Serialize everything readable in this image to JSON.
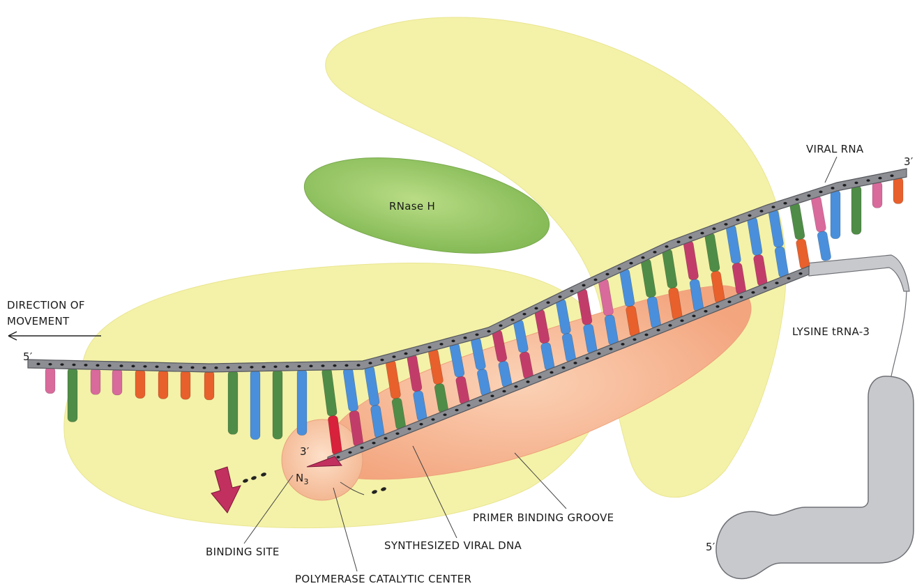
{
  "labels": {
    "viral_rna": "VIRAL RNA",
    "rnase_h": "RNase H",
    "direction_line1": "DIRECTION OF",
    "direction_line2": "MOVEMENT",
    "five_prime_rna": "5′",
    "three_prime_rna": "3′",
    "three_prime_dna": "3′",
    "n3": "N",
    "n3_sub": "3",
    "lysine_trna": "LYSINE tRNA-3",
    "five_prime_trna": "5′",
    "binding_site": "BINDING SITE",
    "polymerase_center": "POLYMERASE CATALYTIC CENTER",
    "synthesized_dna": "SYNTHESIZED VIRAL DNA",
    "primer_groove": "PRIMER BINDING GROOVE"
  },
  "colors": {
    "enzyme_body": "#f4f2a6",
    "rnase_h": "#9cc965",
    "primer_groove": "#f6b591",
    "catalytic_center": "#f8c9a8",
    "backbone": "#8c8e94",
    "trna": "#c8c9cc",
    "base_blue": "#4a8fdb",
    "base_green": "#4f8c47",
    "base_pink": "#d96a9c",
    "base_orange": "#e8602c",
    "base_red": "#d8213a",
    "base_magenta": "#c23c6a",
    "inhibitor": "#c2305f"
  },
  "icons": {
    "direction_arrow": "left-arrow-icon",
    "azt_inhibitor": "down-arrow-icon"
  }
}
